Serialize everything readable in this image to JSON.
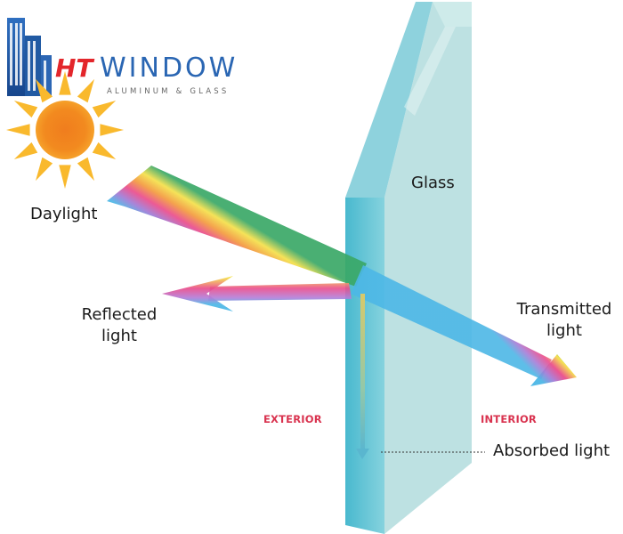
{
  "brand": {
    "ht": "HT",
    "name": "WINDOW",
    "tagline": "ALUMINUM & GLASS",
    "colors": {
      "ht": "#e3262b",
      "name": "#2a66b3",
      "tagline": "#666666"
    },
    "icons": [
      "building-icon",
      "sun-icon"
    ]
  },
  "labels": {
    "glass": "Glass",
    "daylight": "Daylight",
    "reflected_line1": "Reflected",
    "reflected_line2": "light",
    "transmitted_line1": "Transmitted",
    "transmitted_line2": "light",
    "exterior": "EXTERIOR",
    "interior": "INTERIOR",
    "absorbed": "Absorbed light"
  },
  "colors": {
    "side_labels": "#d9334f",
    "glass_face": "#b7dfe0",
    "glass_edge": "#5ec2d2",
    "sun_core": "#f07d1e",
    "sun_rays": "#f9b92d"
  }
}
